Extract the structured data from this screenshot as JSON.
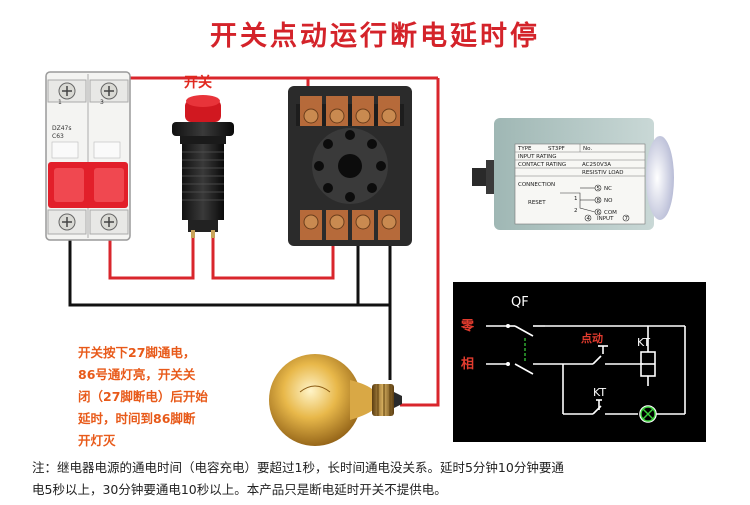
{
  "title": "开关点动运行断电延时停",
  "switch_label": "开关",
  "breaker": {
    "model": "DZ47s",
    "rating": "C63",
    "pole_numbers": [
      "1",
      "3"
    ]
  },
  "timer": {
    "rows": [
      {
        "label": "TYPE",
        "value": "ST3PF",
        "extra": "No."
      },
      {
        "label": "INPUT RATING",
        "value": ""
      },
      {
        "label": "CONTACT RATING",
        "value": "AC250V3A"
      },
      {
        "label": "",
        "value": "RESISTIV LOAD"
      }
    ],
    "connection_label": "CONNECTION",
    "reset_label": "RESET",
    "input_label": "INPUT",
    "terminal_labels": [
      "NC",
      "NO",
      "COM"
    ],
    "terminal_numbers": [
      "5",
      "8",
      "6",
      "1",
      "4",
      "2",
      "7"
    ]
  },
  "description_lines": [
    "开关按下27脚通电，",
    "86号通灯亮，开关关",
    "闭（27脚断电）后开始",
    "延时，时间到86脚断",
    "开灯灭"
  ],
  "schematic": {
    "qf_label": "QF",
    "zero_label": "零",
    "phase_label": "相",
    "jog_label": "点动",
    "kt_coil_label": "KT",
    "kt_contact_label": "KT"
  },
  "note_lines": [
    "注：继电器电源的通电时间（电容充电）要超过1秒，长时间通电没关系。延时5分钟10分钟要通",
    "电5秒以上，30分钟要通电10秒以上。本产品只是断电延时开关不提供电。"
  ],
  "colors": {
    "title": "#d4232a",
    "wire_red": "#d9262c",
    "wire_black": "#111111",
    "description": "#e85a1a",
    "schematic_bg": "#000000",
    "schematic_line": "#ffffff",
    "schematic_label": "#e23b2e",
    "lamp_green": "#3bd13b"
  }
}
